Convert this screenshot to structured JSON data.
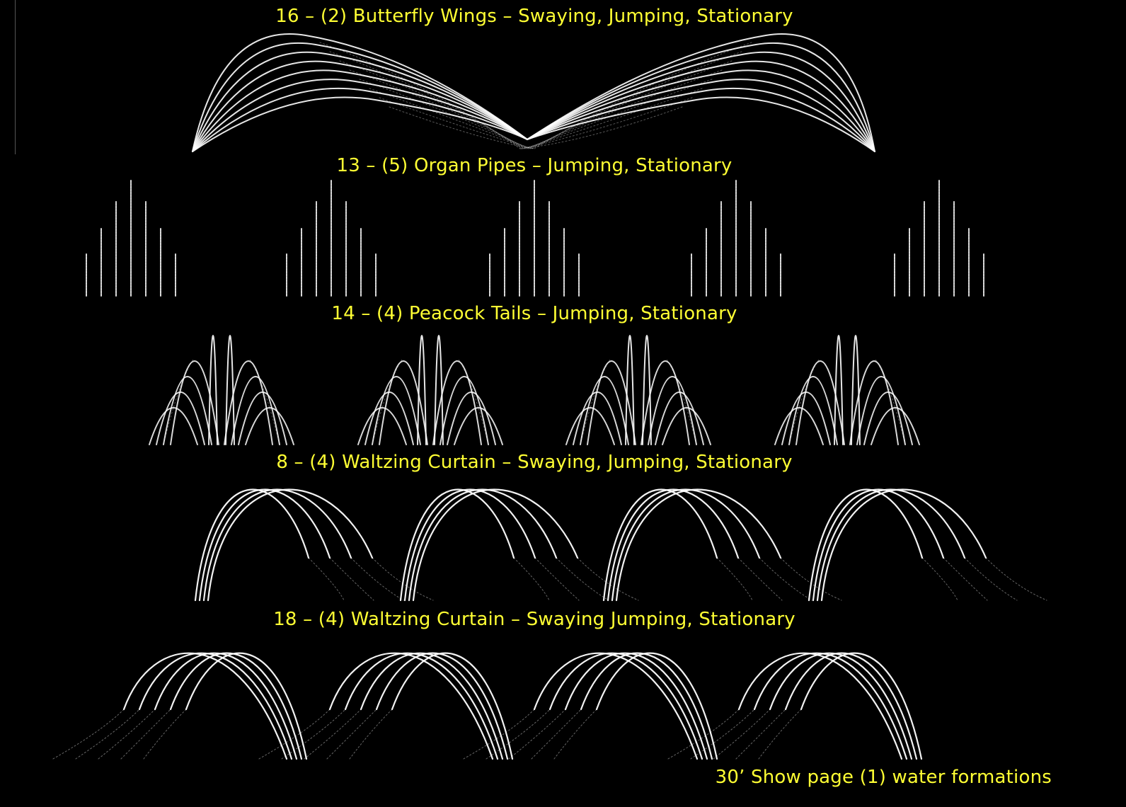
{
  "colors": {
    "background": "#000000",
    "caption": "#ffff33",
    "water": "#ffffff"
  },
  "sections": [
    {
      "id": "butterfly",
      "caption": "16 – (2) Butterfly Wings – Swaying, Jumping, Stationary",
      "nozzle_count": 16,
      "group_count": 2
    },
    {
      "id": "organ",
      "caption": "13 – (5) Organ Pipes – Jumping, Stationary",
      "nozzle_count": 13,
      "group_count": 5
    },
    {
      "id": "peacock",
      "caption": "14 – (4) Peacock Tails – Jumping, Stationary",
      "nozzle_count": 14,
      "group_count": 4
    },
    {
      "id": "waltz8",
      "caption": "8 – (4) Waltzing Curtain – Swaying, Jumping, Stationary",
      "nozzle_count": 8,
      "group_count": 4
    },
    {
      "id": "waltz18",
      "caption": "18 – (4) Waltzing Curtain – Swaying Jumping, Stationary",
      "nozzle_count": 18,
      "group_count": 4
    }
  ],
  "footer": {
    "caption": "30’ Show page (1) water formations"
  }
}
